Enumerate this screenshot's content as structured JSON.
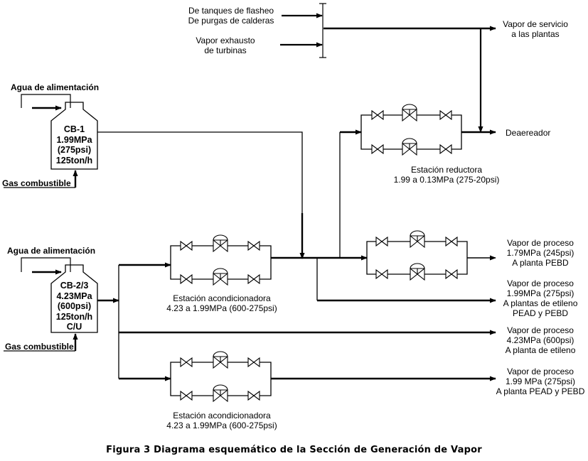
{
  "figure": {
    "caption": "Figura 3 Diagrama esquemático de la Sección de Generación de Vapor"
  },
  "colors": {
    "line": "#000000",
    "background": "#ffffff"
  },
  "sources": {
    "flash_tanks": [
      "De tanques de flasheo",
      "De purgas de calderas"
    ],
    "turbine_exhaust": [
      "Vapor exhausto",
      "de turbinas"
    ]
  },
  "boilers": [
    {
      "id": "CB-1",
      "lines": [
        "CB-1",
        "1.99MPa",
        "(275psi)",
        "125ton/h"
      ],
      "feed_water": "Agua de alimentación",
      "fuel": "Gas combustible"
    },
    {
      "id": "CB-2/3",
      "lines": [
        "CB-2/3",
        "4.23MPa",
        "(600psi)",
        "125ton/h",
        "C/U"
      ],
      "feed_water": "Agua de alimentación",
      "fuel": "Gas combustible"
    }
  ],
  "stations": {
    "reducer": [
      "Estación reductora",
      "1.99 a 0.13MPa (275-20psi)"
    ],
    "conditioner_1": [
      "Estación acondicionadora",
      "4.23 a 1.99MPa (600-275psi)"
    ],
    "conditioner_2": [
      "Estación acondicionadora",
      "4.23 a 1.99MPa (600-275psi)"
    ]
  },
  "outputs": {
    "service_steam": [
      "Vapor de servicio",
      "a las plantas"
    ],
    "deaerator": [
      "Deaereador"
    ],
    "process_pebd": [
      "Vapor de proceso",
      "1.79MPa (245psi)",
      "A planta PEBD"
    ],
    "process_ethylene_plants": [
      "Vapor de proceso",
      "1.99MPa (275psi)",
      "A plantas de etileno",
      "PEAD y PEBD"
    ],
    "process_ethylene": [
      "Vapor de proceso",
      "4.23MPa (600psi)",
      "A planta de etileno"
    ],
    "process_pead_pebd": [
      "Vapor de proceso",
      "1.99 MPa (275psi)",
      "A planta PEAD y PEBD"
    ]
  }
}
